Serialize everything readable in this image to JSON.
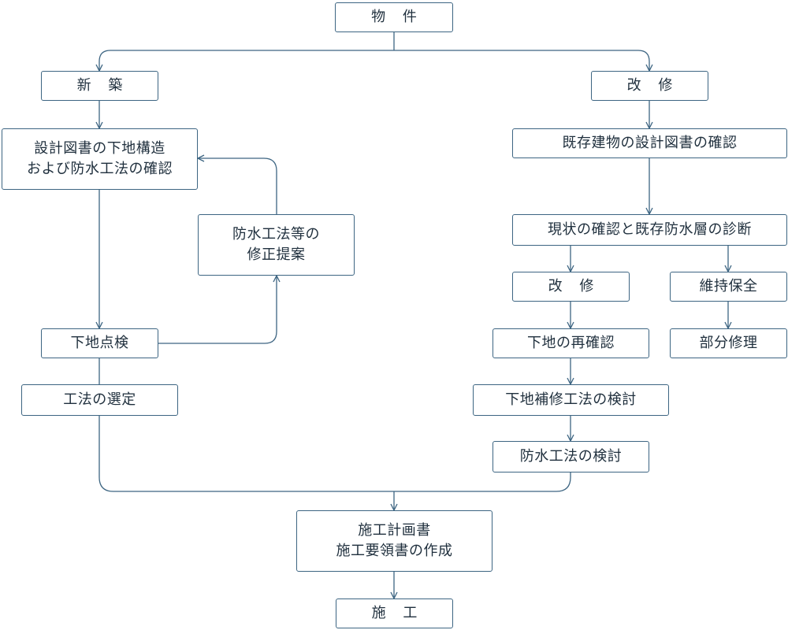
{
  "colors": {
    "line": "#3d6582",
    "text": "#1f2f3d",
    "background": "#ffffff"
  },
  "nodes": {
    "property": "物 件",
    "new_build": "新 築",
    "renovation": "改 修",
    "design_review": "設計図書の下地構造\nおよび防水工法の確認",
    "proposal": "防水工法等の\n修正提案",
    "substrate_inspection": "下地点検",
    "method_selection": "工法の選定",
    "existing_review": "既存建物の設計図書の確認",
    "diagnosis": "現状の確認と既存防水層の診断",
    "renovation_sub": "改 修",
    "maintenance": "維持保全",
    "substrate_recheck": "下地の再確認",
    "partial_repair": "部分修理",
    "substrate_repair_review": "下地補修工法の検討",
    "waterproof_review": "防水工法の検討",
    "construction_plan": "施工計画書\n施工要領書の作成",
    "construction": "施 工"
  }
}
